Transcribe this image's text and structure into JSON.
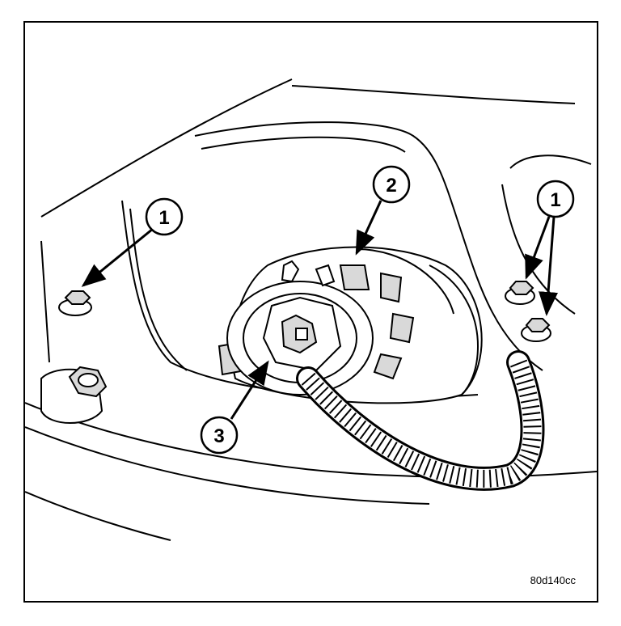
{
  "callouts": {
    "bolt_left": "1",
    "bolts_right": "1",
    "motor": "2",
    "connector": "3"
  },
  "figure_id": "80d140cc",
  "colors": {
    "line": "#000000",
    "paper": "#ffffff",
    "shade": "#d9d9d9"
  }
}
